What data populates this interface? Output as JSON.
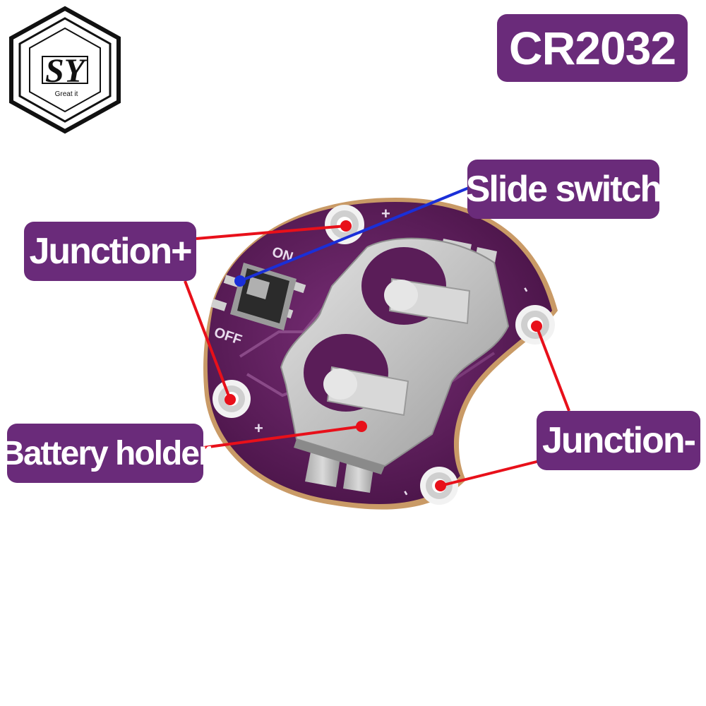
{
  "logo": {
    "letters": "SY",
    "tagline": "Great it"
  },
  "badge": {
    "text": "CR2032"
  },
  "callouts": {
    "slide_switch": "Slide switch",
    "junction_plus": "Junction+",
    "battery_holder": "Battery holder",
    "junction_minus": "Junction-"
  },
  "board_silkscreen": {
    "on": "ON",
    "off": "OFF",
    "plus": "+",
    "minus": "-"
  },
  "colors": {
    "label_background": "#6a2b7a",
    "board_purple": "#5c1e5c",
    "holder_metal": "#c8c8c8",
    "pointer_red": "#e8101a",
    "pointer_blue": "#1a2fd8"
  }
}
